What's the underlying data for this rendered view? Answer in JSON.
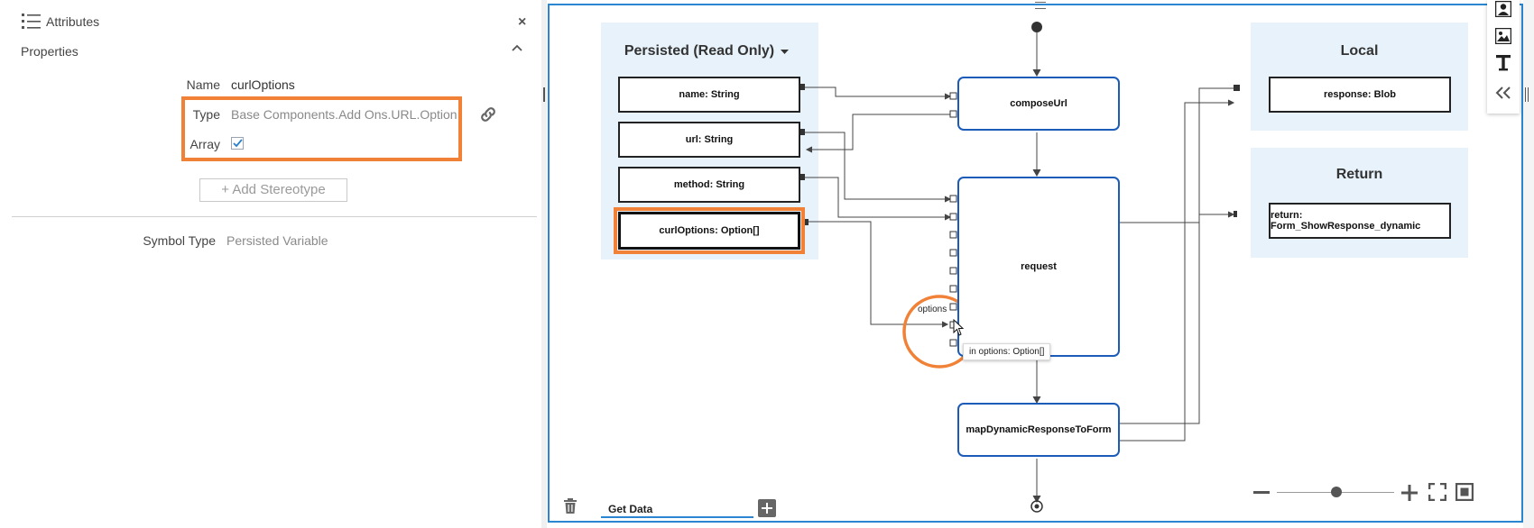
{
  "attributes_panel": {
    "title": "Attributes",
    "close_label": "×",
    "section_title": "Properties",
    "collapse_label": "⌃",
    "name_label": "Name",
    "name_value": "curlOptions",
    "type_label": "Type",
    "type_value": "Base Components.Add Ons.URL.Option",
    "array_label": "Array",
    "array_checked": true,
    "add_stereotype": "+ Add Stereotype",
    "symbol_type_label": "Symbol Type",
    "symbol_type_value": "Persisted Variable"
  },
  "canvas": {
    "persisted_group": {
      "title": "Persisted (Read Only)",
      "variables": [
        "name: String",
        "url: String",
        "method: String",
        "curlOptions: Option[]"
      ]
    },
    "local_group": {
      "title": "Local",
      "variables": [
        "response: Blob"
      ]
    },
    "return_group": {
      "title": "Return",
      "variables": [
        "return: Form_ShowResponse_dynamic"
      ]
    },
    "functions": [
      "composeUrl",
      "request",
      "mapDynamicResponseToForm"
    ],
    "port_label": "options",
    "tooltip": "in options: Option[]",
    "tab_label": "Get Data"
  },
  "colors": {
    "highlight": "#f08136",
    "function_border": "#1c5bb8",
    "canvas_border": "#2a86d1",
    "group_background": "#e7f2fa"
  },
  "icons": [
    "list-icon",
    "close-icon",
    "chevron-up-icon",
    "link-icon",
    "checkmark-icon",
    "trash-icon",
    "add-tab-icon",
    "zoom-out-icon",
    "zoom-in-icon",
    "fullscreen-icon",
    "fit-icon",
    "person-icon",
    "image-icon",
    "text-icon",
    "collapse-left-icon",
    "mouse-cursor-icon"
  ]
}
